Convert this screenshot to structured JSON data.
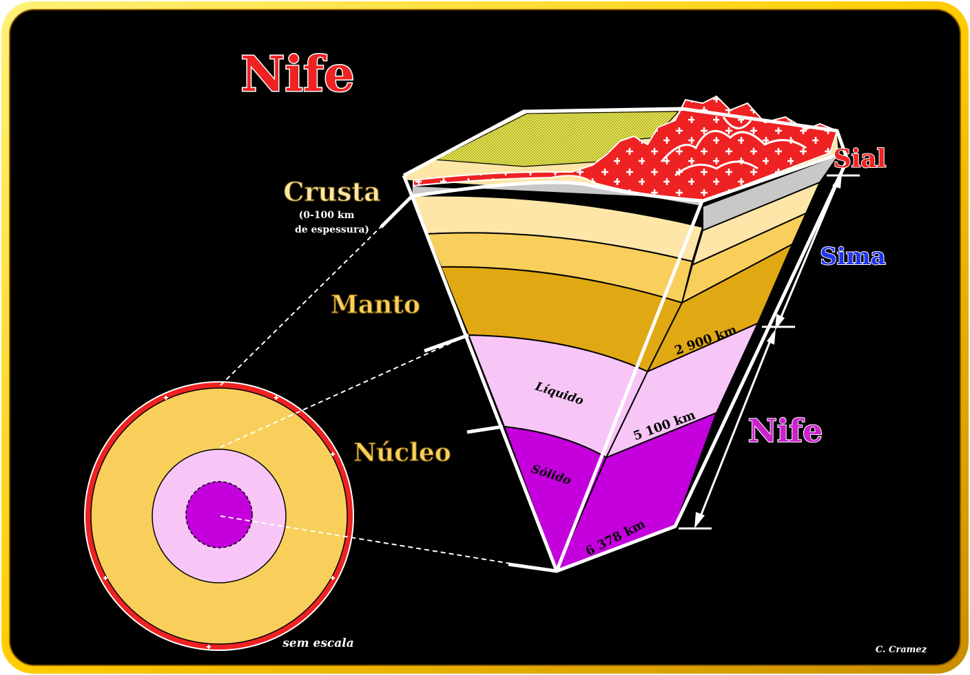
{
  "title": "Nife",
  "labels": {
    "crusta": "Crusta",
    "crusta_note_1": "(0-100 km",
    "crusta_note_2": "de espessura)",
    "manto": "Manto",
    "nucleo": "Núcleo",
    "liquido": "Líquido",
    "solido": "Sólido",
    "sial": "Sial",
    "sima": "Sima",
    "nife": "Nife",
    "sem_escala": "sem escala",
    "author": "C. Cramez"
  },
  "depths": {
    "d2900": "2 900 km",
    "d5100": "5 100 km",
    "d6378": "6 378 km"
  },
  "colors": {
    "frame_gold": "#ffd400",
    "background": "#000000",
    "crust_red": "#ee2222",
    "mantle_light": "#fde6a8",
    "mantle_mid": "#f9cf5c",
    "mantle_dark": "#e0a812",
    "outer_core": "#f7c6f7",
    "inner_core": "#c400dd",
    "sima_grey": "#c8c8c8",
    "sea_yellow": "#e8e85a",
    "sima_blue": "#2233ee",
    "nife_magenta": "#cc22cc"
  }
}
